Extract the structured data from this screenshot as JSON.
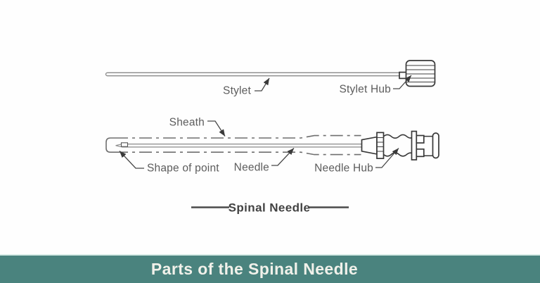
{
  "figure": {
    "labels": {
      "stylet": "Stylet",
      "stylet_hub": "Stylet Hub",
      "sheath": "Sheath",
      "shape_of_point": "Shape of point",
      "needle": "Needle",
      "needle_hub": "Needle Hub"
    },
    "caption": "Spinal Needle"
  },
  "banner": {
    "title": "Parts of the Spinal Needle",
    "background_color": "#4a837e",
    "text_color": "#f1f1ea"
  },
  "colors": {
    "page_background": "#fefefe",
    "diagram_outline": "#383838",
    "diagram_thin_line": "#8a8a8a",
    "label_text": "#5c5c5c",
    "banner_top_line": "#d9ece8"
  }
}
